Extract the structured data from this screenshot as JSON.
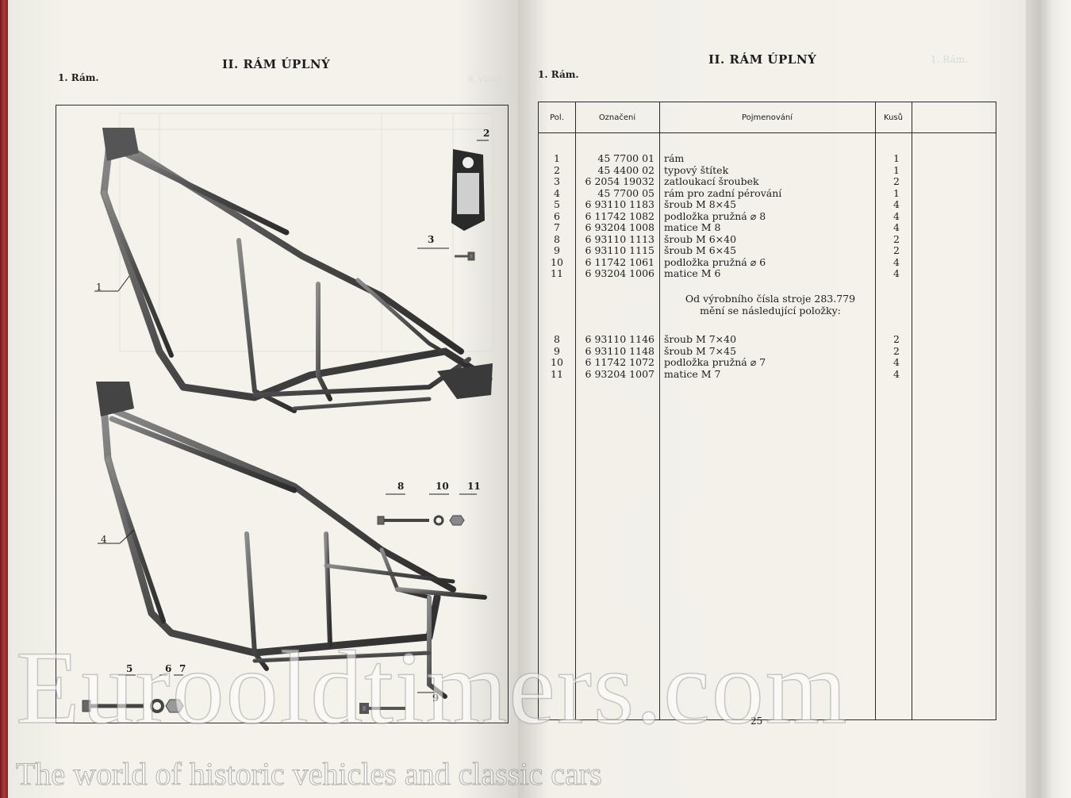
{
  "left_page": {
    "title": "II. RÁM ÚPLNÝ",
    "subtitle": "1. Rám.",
    "callouts": [
      {
        "label": "1"
      },
      {
        "label": "2"
      },
      {
        "label": "3"
      },
      {
        "label": "4"
      },
      {
        "label": "5"
      },
      {
        "label": "6"
      },
      {
        "label": "7"
      },
      {
        "label": "8"
      },
      {
        "label": "9"
      },
      {
        "label": "10"
      },
      {
        "label": "11"
      }
    ]
  },
  "right_page": {
    "title": "II. RÁM ÚPLNÝ",
    "subtitle": "1. Rám.",
    "page_number": "25",
    "table": {
      "headers": {
        "pos": "Pol.",
        "code": "Označeni",
        "name": "Pojmenování",
        "qty": "Kusů"
      },
      "rows": [
        {
          "pos": "1",
          "code": "45 7700 01",
          "name": "rám",
          "qty": "1"
        },
        {
          "pos": "2",
          "code": "45 4400 02",
          "name": "typový štítek",
          "qty": "1"
        },
        {
          "pos": "3",
          "code": "6 2054 19032",
          "name": "zatloukací šroubek",
          "qty": "2"
        },
        {
          "pos": "4",
          "code": "45 7700 05",
          "name": "rám pro zadní pérování",
          "qty": "1"
        },
        {
          "pos": "5",
          "code": "6 93110 1183",
          "name": "šroub M 8×45",
          "qty": "4"
        },
        {
          "pos": "6",
          "code": "6 11742 1082",
          "name": "podložka pružná ⌀ 8",
          "qty": "4"
        },
        {
          "pos": "7",
          "code": "6 93204 1008",
          "name": "matice M 8",
          "qty": "4"
        },
        {
          "pos": "8",
          "code": "6 93110 1113",
          "name": "šroub M 6×40",
          "qty": "2"
        },
        {
          "pos": "9",
          "code": "6 93110 1115",
          "name": "šroub M 6×45",
          "qty": "2"
        },
        {
          "pos": "10",
          "code": "6 11742 1061",
          "name": "podložka pružná ⌀ 6",
          "qty": "4"
        },
        {
          "pos": "11",
          "code": "6 93204 1006",
          "name": "matice M 6",
          "qty": "4"
        }
      ],
      "note_line1": "Od výrobního čísla stroje 283.779",
      "note_line2": "mění se následující položky:",
      "rows_after": [
        {
          "pos": "8",
          "code": "6 93110 1146",
          "name": "šroub M 7×40",
          "qty": "2"
        },
        {
          "pos": "9",
          "code": "6 93110 1148",
          "name": "šroub M 7×45",
          "qty": "2"
        },
        {
          "pos": "10",
          "code": "6 11742 1072",
          "name": "podložka pružná ⌀ 7",
          "qty": "4"
        },
        {
          "pos": "11",
          "code": "6 93204 1007",
          "name": "matice M 7",
          "qty": "4"
        }
      ]
    }
  },
  "watermark": {
    "logo": "Eurooldtimers.com",
    "tagline": "The world of historic vehicles and classic cars"
  },
  "colors": {
    "paper": "#f3f1ea",
    "ink": "#1d1d1d",
    "book_edge": "#b33a3a",
    "frame_metal": "#5a5a5a"
  }
}
